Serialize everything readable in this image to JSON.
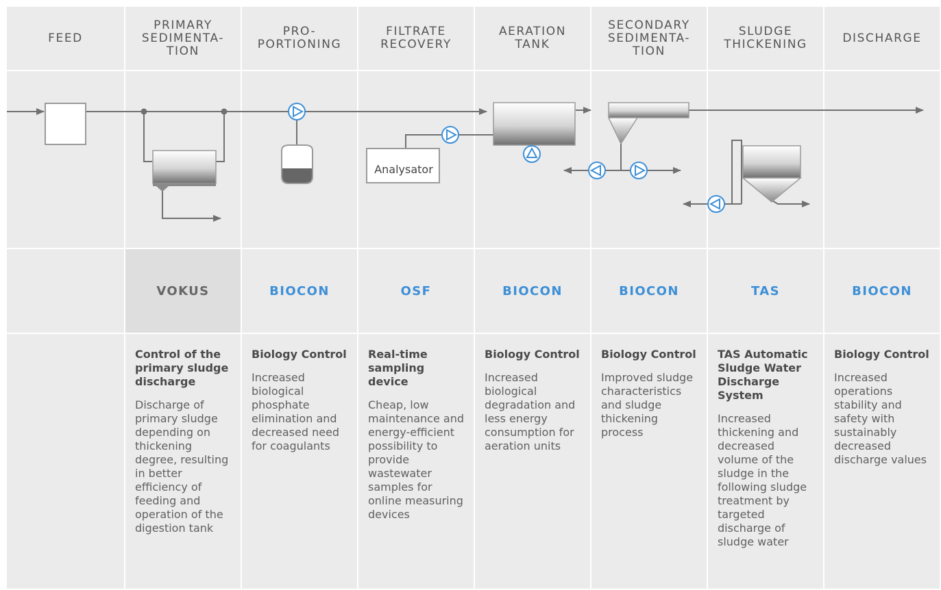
{
  "columns": [
    {
      "header": "FEED",
      "product": "",
      "title": "",
      "body": ""
    },
    {
      "header": "PRIMARY\nSEDIMENTA-\nTION",
      "product": "VOKUS",
      "title": "Control of the primary sludge discharge",
      "body": "Discharge of primary sludge depending on thickening degree, resulting in better efficiency of feeding and operation of the digestion tank"
    },
    {
      "header": "PRO-\nPORTIONING",
      "product": "BIOCON",
      "title": "Biology Control",
      "body": "Increased biological phosphate elimination and decreased need for coagulants"
    },
    {
      "header": "FILTRATE\nRECOVERY",
      "product": "OSF",
      "title": "Real-time sampling device",
      "body": "Cheap, low maintenance and energy-efficient possibility to provide wastewater samples for online measuring devices"
    },
    {
      "header": "AERATION\nTANK",
      "product": "BIOCON",
      "title": "Biology Control",
      "body": "Increased biological degradation and less energy consumption for aeration units"
    },
    {
      "header": "SECONDARY\nSEDIMENTA-\nTION",
      "product": "BIOCON",
      "title": "Biology Control",
      "body": "Improved sludge characteristics and sludge thickening process"
    },
    {
      "header": "SLUDGE\nTHICKENING",
      "product": "TAS",
      "title": "TAS Automatic Sludge Water Discharge System",
      "body": "Increased thickening and decreased volume of the sludge in the following sludge treatment by targeted discharge of sludge water"
    },
    {
      "header": "DISCHARGE",
      "product": "BIOCON",
      "title": "Biology Control",
      "body": "Increased operations stability and safety with sustainably decreased discharge values"
    }
  ],
  "active_product_index": 1,
  "diagram": {
    "analyser_label": "Analysator"
  },
  "colors": {
    "cell": "#ebebec",
    "active_cell": "#dedede",
    "product_link": "#3d8fd6",
    "line": "#707070",
    "pump": "#3d8fd6"
  }
}
